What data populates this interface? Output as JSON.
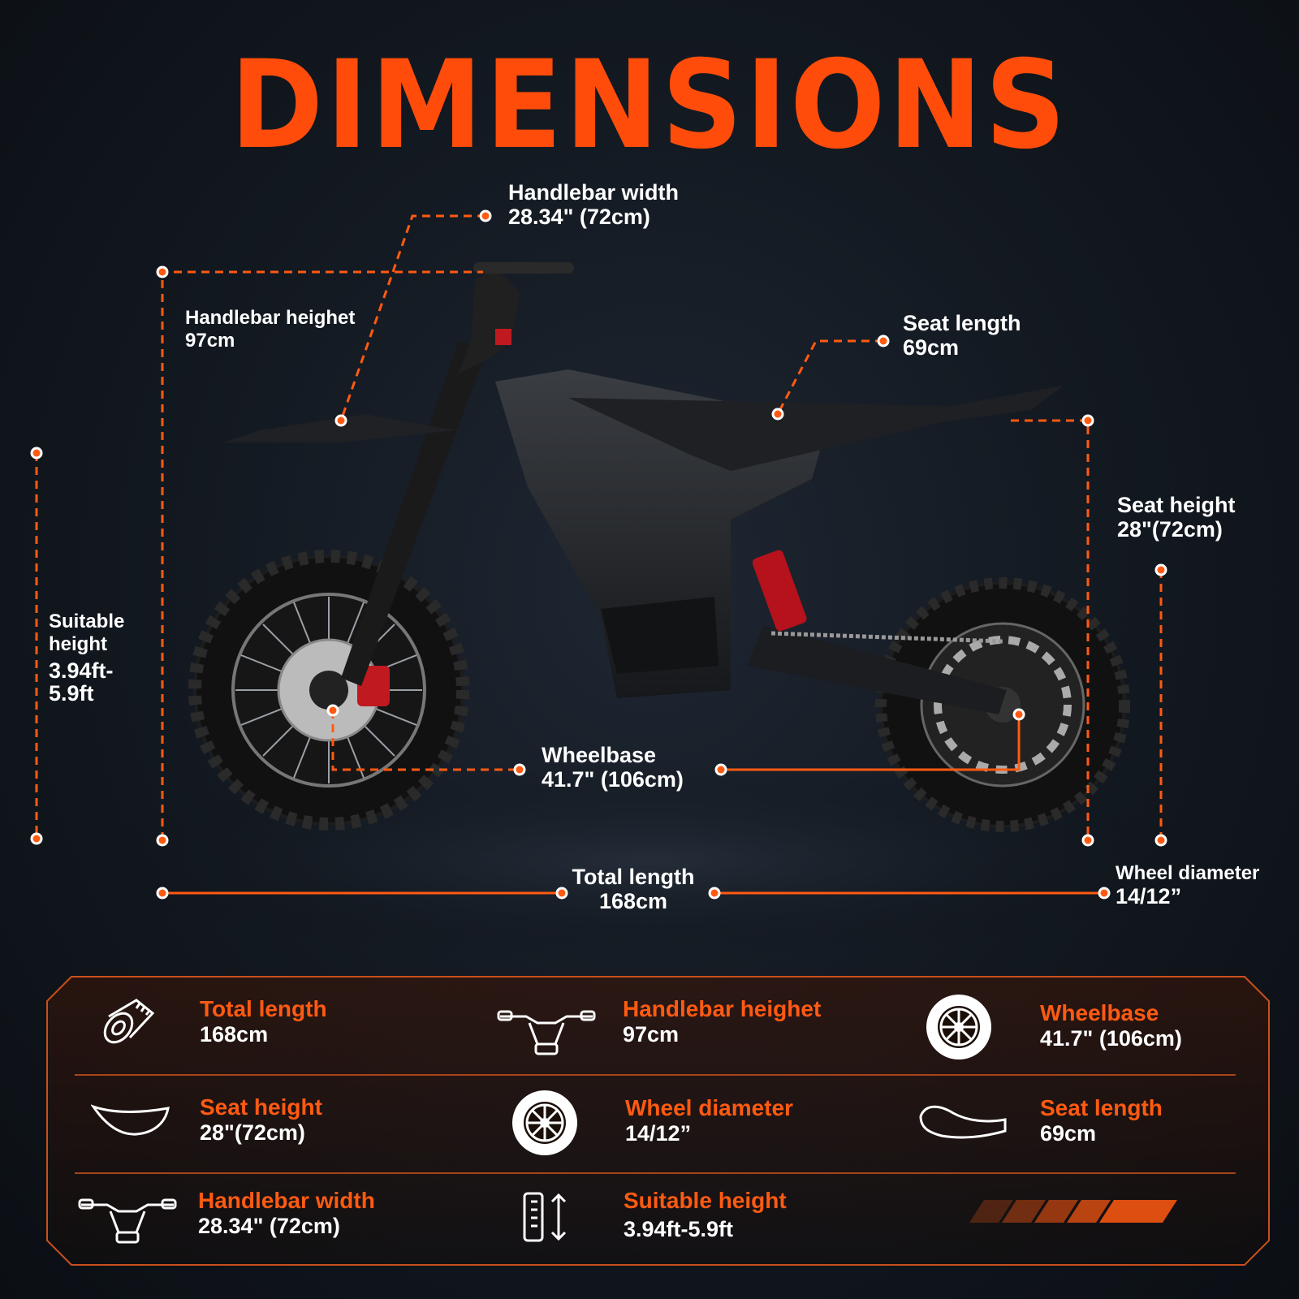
{
  "title": "DIMENSIONS",
  "accent_color": "#ff4c0a",
  "callouts": {
    "handlebar_width": {
      "line1": "Handlebar width",
      "line2": "28.34\" (72cm)"
    },
    "handlebar_height": {
      "line1": "Handlebar heighet",
      "line2": "97cm"
    },
    "seat_length": {
      "line1": "Seat length",
      "line2": "69cm"
    },
    "seat_height": {
      "line1": "Seat height",
      "line2": "28\"(72cm)"
    },
    "suitable_height": {
      "line1": "Suitable",
      "line2": "height",
      "line3": "3.94ft-",
      "line4": "5.9ft"
    },
    "wheelbase": {
      "line1": "Wheelbase",
      "line2": "41.7\" (106cm)"
    },
    "total_length": {
      "line1": "Total length",
      "line2": "168cm"
    },
    "wheel_diameter": {
      "line1": "Wheel diameter",
      "line2": "14/12”"
    }
  },
  "specs": [
    {
      "name": "Total length",
      "value": "168cm",
      "icon": "tape-measure-icon"
    },
    {
      "name": "Handlebar heighet",
      "value": "97cm",
      "icon": "handlebar-icon"
    },
    {
      "name": "Wheelbase",
      "value": "41.7\" (106cm)",
      "icon": "wheel-icon"
    },
    {
      "name": "Seat height",
      "value": "28\"(72cm)",
      "icon": "seat-icon"
    },
    {
      "name": "Wheel diameter",
      "value": "14/12”",
      "icon": "wheel-icon"
    },
    {
      "name": "Seat length",
      "value": "69cm",
      "icon": "seat-icon"
    },
    {
      "name": "Handlebar width",
      "value": "28.34\" (72cm)",
      "icon": "handlebar-icon"
    },
    {
      "name": "Suitable height",
      "value": "3.94ft-5.9ft",
      "icon": "height-ruler-icon"
    }
  ]
}
